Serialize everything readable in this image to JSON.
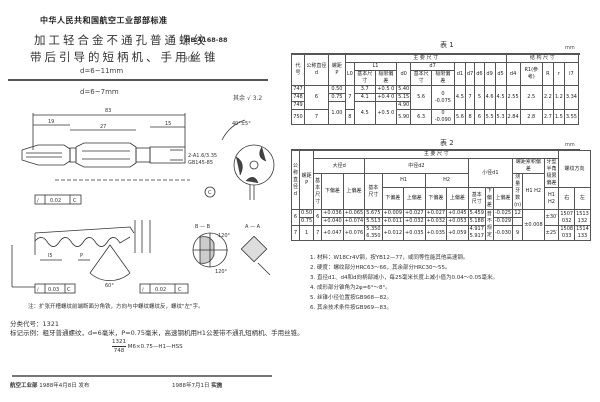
{
  "header": {
    "organization": "中华人民共和国航空工业部部标准",
    "title_line1": "加工轻合金不通孔普通螺纹",
    "title_line2": "带后引导的短柄机、手用丝锥",
    "range": "d=6~11mm",
    "standard_no": "HB 4168-88",
    "replaces": "代替"
  },
  "drawing": {
    "subrange": "d=6~7mm",
    "roughness_other": "其余",
    "roughness_value": "3.2",
    "dim_total_length": "83",
    "dim_l1": "19",
    "dim_l2": "27",
    "dim_l3": "15",
    "dim_l4": "L1",
    "dim_l5": "L2",
    "dim_5": "5",
    "center_hole": "2-A1.6/3.35 GB145-85",
    "datum": "C",
    "tolerance_box_1": [
      "∕",
      "0.02",
      "C"
    ],
    "tolerance_box_2": [
      "∕",
      "0.03",
      "C"
    ],
    "tolerance_box_3": [
      "∕",
      "0.02",
      "C"
    ],
    "angle_40": "40°±5°",
    "section_bb": "B—B",
    "section_aa": "A—A",
    "angle_120a": "120°",
    "angle_120b": "120°",
    "angle_60": "60°",
    "label_p": "P",
    "label_l5": "l5"
  },
  "table1": {
    "caption": "表 1",
    "unit": "mm",
    "group_main": "主 要 尺 寸",
    "group_struct": "结 构 尺 寸",
    "headers": [
      "代号",
      "公称直径 d",
      "螺距 P",
      "L0",
      "L1 基本尺寸",
      "L1 极限偏差",
      "d0",
      "d7 基本尺寸",
      "d7 极限偏差",
      "d1",
      "d7",
      "d6",
      "d9",
      "d5",
      "d4",
      "R1(参考)",
      "R",
      "r",
      "l7"
    ],
    "rows": [
      [
        "747",
        "",
        "0.50",
        "",
        "3.7",
        "+0.5 0",
        "5.40",
        "",
        "",
        "",
        "",
        "",
        "",
        "",
        "",
        "",
        "",
        "",
        ""
      ],
      [
        "748",
        "6",
        "0.75",
        "7",
        "4.1",
        "+0.4 0",
        "5.15",
        "5.6",
        "0 -0.075",
        "4.5",
        "7",
        "5",
        "4.6",
        "4.5",
        "2.55",
        "2.5",
        "2.2",
        "1.2",
        "3.34"
      ],
      [
        "749",
        "",
        "1.00",
        "",
        "4.5",
        "+0.5 0",
        "4.90",
        "",
        "",
        "",
        "",
        "",
        "",
        "",
        "",
        "",
        "",
        "",
        ""
      ],
      [
        "750",
        "7",
        "",
        "8",
        "",
        "",
        "5.90",
        "6.3",
        "0 -0.090",
        "5.6",
        "8",
        "6",
        "5.5",
        "5.3",
        "2.84",
        "2.8",
        "2.7",
        "1.5",
        "3.55"
      ]
    ]
  },
  "table2": {
    "caption": "表 2",
    "unit": "mm",
    "group": "主 要 尺 寸",
    "headers": [
      "公称直径 d",
      "螺距 P",
      "大径 d 基本尺寸",
      "下偏差",
      "上偏差",
      "中径 d2 基本尺寸",
      "H1 下偏差",
      "H1 上偏差",
      "H2 下偏差",
      "H2 上偏差",
      "小径 d1 基本尺寸",
      "下偏差",
      "上偏差",
      "螺距累积偏差 测量牙数(n)",
      "H1 H2",
      "牙型半角极限偏差 H1 H2",
      "螺纹方向 右",
      "左"
    ],
    "rows": [
      [
        "",
        "0.50",
        "",
        "+0.036",
        "+0.065",
        "5.675",
        "+0.009",
        "+0.027",
        "+0.027",
        "+0.045",
        "5.459",
        "",
        "-0.025",
        "12",
        "",
        "",
        "",
        ""
      ],
      [
        "6",
        "0.75",
        "6",
        "+0.040",
        "+0.074",
        "5.513",
        "+0.011",
        "+0.032",
        "+0.032",
        "+0.053",
        "5.188",
        "普 不 规 定",
        "-0.029",
        "",
        "±0.008",
        "±30′",
        "1507 032",
        "1513 132"
      ],
      [
        "7",
        "1",
        "7",
        "+0.047",
        "+0.076",
        "5.350 6.350",
        "+0.012",
        "+0.035",
        "+0.035",
        "+0.059",
        "4.917 5.917",
        "",
        "-0.030",
        "9",
        "",
        "±25′",
        "1508 033",
        "1514 133"
      ]
    ]
  },
  "notes_right": [
    "1. 材料：W18Cr4V钢，按YB12—77，或同等性能其他高速钢。",
    "2. 硬度：螺纹部分HRC63～66，其余部分HRC30～55。",
    "3. 直径d1、d4和d向柄部减小，每25毫米长度上减小值为0.04～0.05毫米。",
    "4. 成形部分锥角为2φ=6°～8°。",
    "5. 丝锥小径位置按GB968—82。",
    "6. 其余技术条件按GB969—83。"
  ],
  "notes_left": {
    "note": "注：扩张开槽螺纹前端断面分角铁，方向与中螺纹螺纹反，螺纹\"左\"字。",
    "category": "分类代号：1321",
    "example": "标记示例：粗牙普通螺纹，d=6毫米，P=0.75毫米，高速钢机用H1公差带不通孔短柄机、手用丝锥。",
    "mark_num": "1321",
    "mark_den": "748",
    "mark_text": "M6×0.75—H1—HSS"
  },
  "footer": {
    "issuer": "航空工业部",
    "issue_date": "1988年4月8日",
    "issued": "发布",
    "impl_date": "1988年7月1日",
    "implemented": "实施"
  }
}
